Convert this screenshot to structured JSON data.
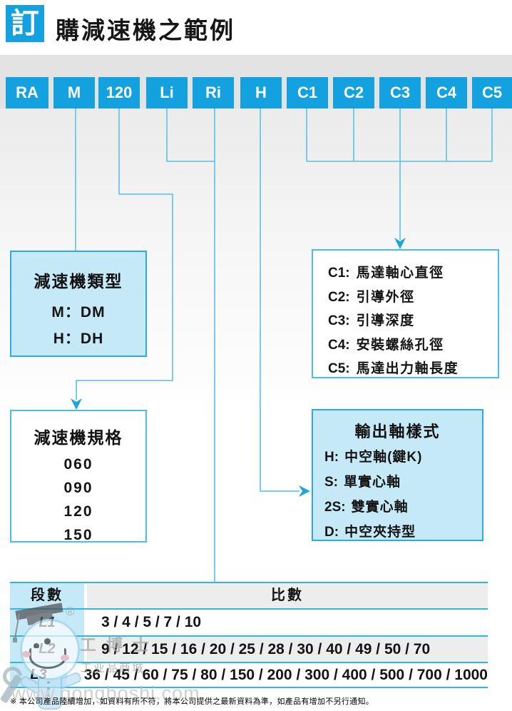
{
  "header": {
    "badge": "訂",
    "title": "購減速機之範例"
  },
  "codes": [
    "RA",
    "M",
    "120",
    "Li",
    "Ri",
    "H",
    "C1",
    "C2",
    "C3",
    "C4",
    "C5"
  ],
  "type_box": {
    "title": "減速機類型",
    "items": [
      "M：DM",
      "H：DH"
    ]
  },
  "spec_box": {
    "title": "減速機規格",
    "items": [
      "060",
      "090",
      "120",
      "150"
    ]
  },
  "c_box": {
    "items": [
      {
        "code": "C1:",
        "desc": "馬達軸心直徑"
      },
      {
        "code": "C2:",
        "desc": "引導外徑"
      },
      {
        "code": "C3:",
        "desc": "引導深度"
      },
      {
        "code": "C4:",
        "desc": "安裝螺絲孔徑"
      },
      {
        "code": "C5:",
        "desc": "馬達出力軸長度"
      }
    ]
  },
  "output_box": {
    "title": "輸出軸樣式",
    "items": [
      {
        "code": "H:",
        "desc": "中空軸(鍵K)"
      },
      {
        "code": "S:",
        "desc": "單實心軸"
      },
      {
        "code": "2S:",
        "desc": "雙實心軸"
      },
      {
        "code": "D:",
        "desc": "中空夾持型"
      }
    ]
  },
  "ratio_table": {
    "col1": "段數",
    "col2": "比數",
    "rows": [
      {
        "label": "L1",
        "ratios": "3 / 4 / 5 / 7 / 10"
      },
      {
        "label": "L2",
        "ratios": "9 / 12 / 15 / 16 / 20 / 25 / 28 / 30 / 40 / 49 / 50 / 70"
      },
      {
        "label": "L3",
        "ratios": "36 / 45 / 60 / 75 / 80 / 150 / 200 / 300 / 400 / 500 / 700 / 1000"
      }
    ]
  },
  "footer_note": "※ 本公司產品陸續增加，如資料有所不符，將本公司提供之最新資料為準，如產品有增加不另行通知。",
  "watermark": {
    "registered": "®",
    "brand": "工博士",
    "tagline": "工业品商城",
    "url": "www.gongboshi.com"
  },
  "colors": {
    "cyan_box": "#13a1df",
    "light_blue_fill": "#c6e9f8",
    "connector_line": "#69c6eb",
    "arrow": "#1ba6e2",
    "table_line": "#2fb6e3",
    "gray_band": "#e3e3e3",
    "gray_cell": "#ededed"
  }
}
